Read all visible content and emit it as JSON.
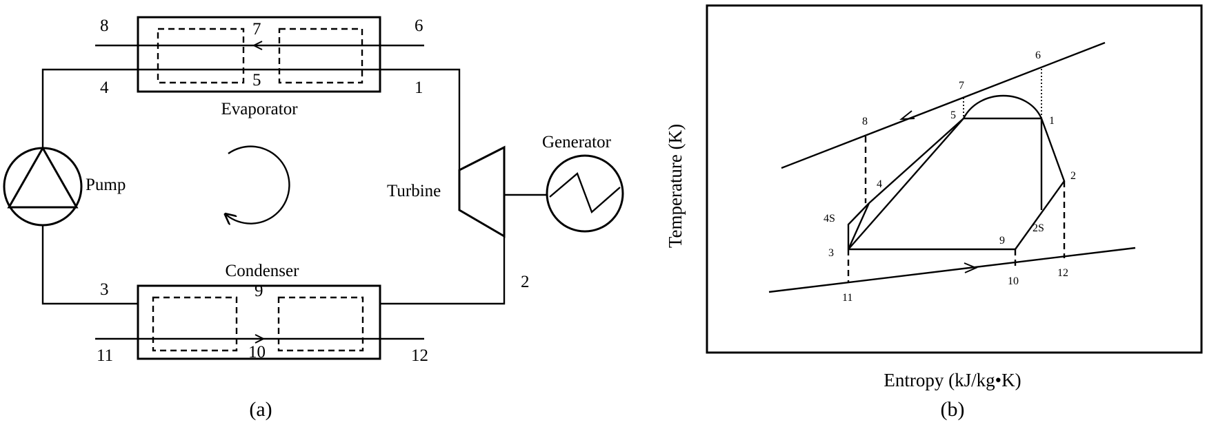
{
  "schematic": {
    "caption": "(a)",
    "components": {
      "evaporator": "Evaporator",
      "condenser": "Condenser",
      "pump": "Pump",
      "turbine": "Turbine",
      "generator": "Generator"
    },
    "state_points": [
      "1",
      "2",
      "3",
      "4",
      "5",
      "6",
      "7",
      "8",
      "9",
      "10",
      "11",
      "12"
    ]
  },
  "ts_diagram": {
    "caption": "(b)",
    "xlabel": "Entropy (kJ/kg•K)",
    "ylabel": "Temperature (K)",
    "state_points": [
      "1",
      "2",
      "2S",
      "3",
      "4",
      "4S",
      "5",
      "6",
      "7",
      "8",
      "9",
      "10",
      "11",
      "12"
    ]
  }
}
